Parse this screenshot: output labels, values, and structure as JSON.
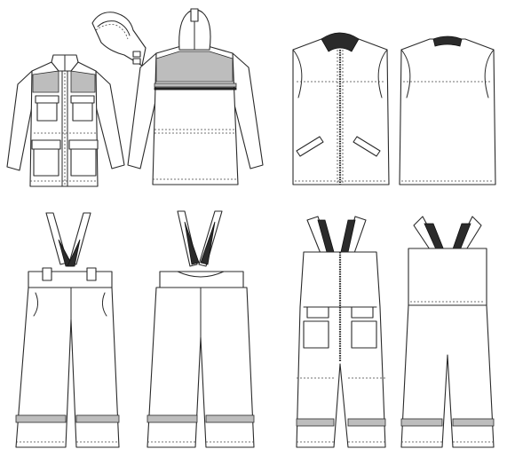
{
  "scene": {
    "background": "#ffffff",
    "line_color": "#2a2a2a",
    "reflective_color": "#bdbdbd",
    "strap_color": "#2b2b2b",
    "garments": [
      {
        "id": "parka-front",
        "view": "front"
      },
      {
        "id": "hood",
        "view": "detached"
      },
      {
        "id": "parka-back",
        "view": "back"
      },
      {
        "id": "vest-front",
        "view": "front"
      },
      {
        "id": "vest-back",
        "view": "back"
      },
      {
        "id": "pants-front",
        "view": "front"
      },
      {
        "id": "pants-back",
        "view": "back"
      },
      {
        "id": "overalls-front",
        "view": "front"
      },
      {
        "id": "overalls-back",
        "view": "back"
      }
    ]
  }
}
